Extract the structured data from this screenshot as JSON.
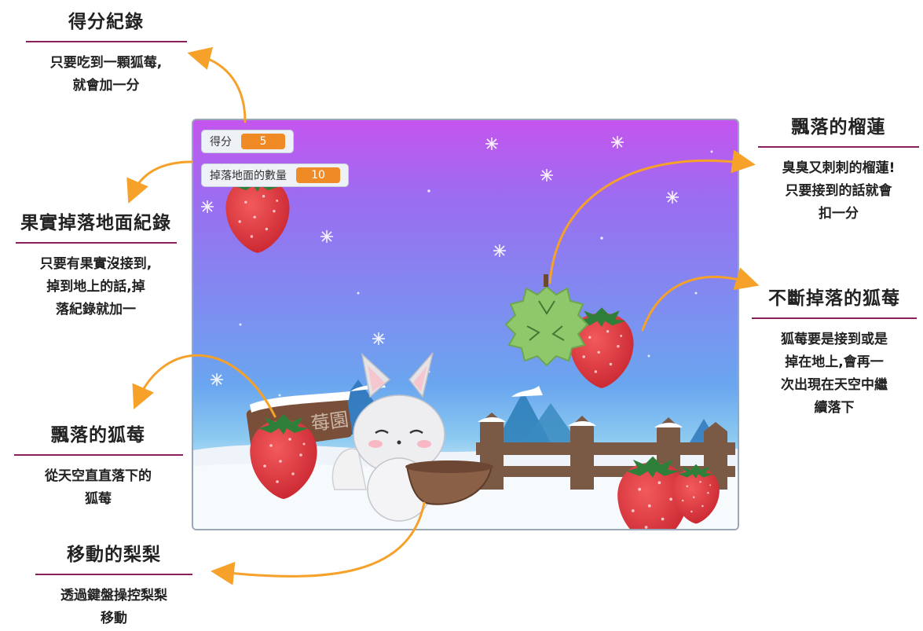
{
  "annotations": {
    "score_record": {
      "title": "得分紀錄",
      "lines": [
        "只要吃到一顆狐莓,",
        "就會加一分"
      ]
    },
    "ground_record": {
      "title": "果實掉落地面紀錄",
      "lines": [
        "只要有果實沒接到,",
        "掉到地上的話,掉",
        "落紀錄就加一"
      ]
    },
    "floating_strawberry": {
      "title": "飄落的狐莓",
      "lines": [
        "從天空直直落下的",
        "狐莓"
      ]
    },
    "moving_lili": {
      "title": "移動的梨梨",
      "lines": [
        "透過鍵盤操控梨梨",
        "移動"
      ]
    },
    "floating_durian": {
      "title": "飄落的榴蓮",
      "lines": [
        "臭臭又刺刺的榴蓮!",
        "只要接到的話就會",
        "扣一分"
      ]
    },
    "endless_strawberry": {
      "title": "不斷掉落的狐莓",
      "lines": [
        "狐莓要是接到或是",
        "掉在地上,會再一",
        "次出現在天空中繼",
        "續落下"
      ]
    }
  },
  "stage": {
    "score_label": "得分",
    "score_value": "5",
    "fallen_label": "掉落地面的數量",
    "fallen_value": "10",
    "sign_text": "莓園"
  },
  "colors": {
    "arrow": "#f5a12a",
    "rule": "#8a1f5c",
    "monitor_value": "#f08a24",
    "strawberry": "#e23a3e",
    "durian": "#8fc86b"
  },
  "icons": [
    "strawberry-icon",
    "durian-icon",
    "fox-icon",
    "basket-icon",
    "fence-icon",
    "snowflake-icon"
  ]
}
